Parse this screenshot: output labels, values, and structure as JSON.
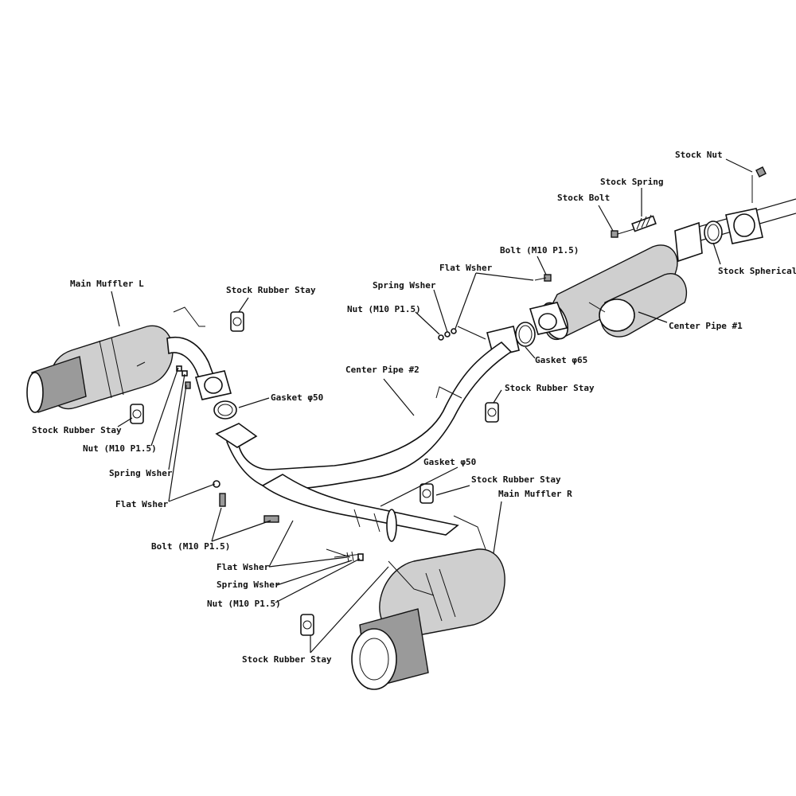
{
  "labels": {
    "stock_nut": "Stock Nut",
    "stock_spring": "Stock Spring",
    "stock_bolt": "Stock Bolt",
    "stock_spherical": "Stock Spherical",
    "bolt_top": "Bolt (M10 P1.5)",
    "flat_washer_top": "Flat Wsher",
    "spring_washer_top": "Spring Wsher",
    "nut_top": "Nut (M10 P1.5)",
    "center_pipe_1": "Center Pipe #1",
    "gasket_65": "Gasket  φ65",
    "stock_rubber_stay_mid": "Stock Rubber Stay",
    "center_pipe_2": "Center Pipe #2",
    "main_muffler_l": "Main Muffler L",
    "stock_rubber_stay_top": "Stock Rubber Stay",
    "gasket_50_upper": "Gasket  φ50",
    "stock_rubber_stay_left": "Stock Rubber Stay",
    "nut_left": "Nut (M10 P1.5)",
    "spring_washer_left": "Spring Wsher",
    "flat_washer_left": "Flat Wsher",
    "gasket_50_lower": "Gasket  φ50",
    "stock_rubber_stay_right": "Stock Rubber Stay",
    "main_muffler_r": "Main Muffler R",
    "bolt_bottom": "Bolt (M10 P1.5)",
    "flat_washer_bottom": "Flat Wsher",
    "spring_washer_bottom": "Spring Wsher",
    "nut_bottom": "Nut (M10 P1.5)",
    "stock_rubber_stay_bottom": "Stock Rubber Stay"
  }
}
